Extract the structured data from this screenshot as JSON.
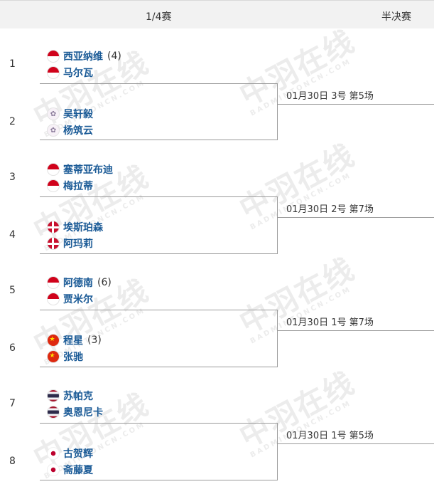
{
  "header": {
    "round_label": "1/4赛",
    "next_round_label": "半决赛"
  },
  "watermark": {
    "text": "中羽在线",
    "sub": "BADMINTONCN.COM"
  },
  "matches": [
    {
      "num": "1",
      "players": [
        {
          "name": "西亚纳维",
          "seed": "(4)",
          "flag": "flag-ina"
        },
        {
          "name": "马尔瓦",
          "seed": "",
          "flag": "flag-ina"
        }
      ]
    },
    {
      "num": "2",
      "players": [
        {
          "name": "吴轩毅",
          "seed": "",
          "flag": "flag-tpe"
        },
        {
          "name": "杨筑云",
          "seed": "",
          "flag": "flag-tpe"
        }
      ]
    },
    {
      "num": "3",
      "players": [
        {
          "name": "塞蒂亚布迪",
          "seed": "",
          "flag": "flag-ina"
        },
        {
          "name": "梅拉蒂",
          "seed": "",
          "flag": "flag-ina"
        }
      ]
    },
    {
      "num": "4",
      "players": [
        {
          "name": "埃斯珀森",
          "seed": "",
          "flag": "flag-den"
        },
        {
          "name": "阿玛莉",
          "seed": "",
          "flag": "flag-den"
        }
      ]
    },
    {
      "num": "5",
      "players": [
        {
          "name": "阿德南",
          "seed": "(6)",
          "flag": "flag-ina"
        },
        {
          "name": "贾米尔",
          "seed": "",
          "flag": "flag-ina"
        }
      ]
    },
    {
      "num": "6",
      "players": [
        {
          "name": "程星",
          "seed": "(3)",
          "flag": "flag-chn"
        },
        {
          "name": "张驰",
          "seed": "",
          "flag": "flag-chn"
        }
      ]
    },
    {
      "num": "7",
      "players": [
        {
          "name": "苏帕克",
          "seed": "",
          "flag": "flag-tha"
        },
        {
          "name": "奥恩尼卡",
          "seed": "",
          "flag": "flag-tha"
        }
      ]
    },
    {
      "num": "8",
      "players": [
        {
          "name": "古贺辉",
          "seed": "",
          "flag": "flag-jpn"
        },
        {
          "name": "斋藤夏",
          "seed": "",
          "flag": "flag-jpn"
        }
      ]
    }
  ],
  "schedules": [
    "01月30日 3号 第5场",
    "01月30日 2号 第7场",
    "01月30日 1号 第7场",
    "01月30日 1号 第5场"
  ],
  "colors": {
    "header_bg": "#f2f2f2",
    "player_name": "#1a5a96",
    "bracket_line": "#9a9a9a"
  }
}
